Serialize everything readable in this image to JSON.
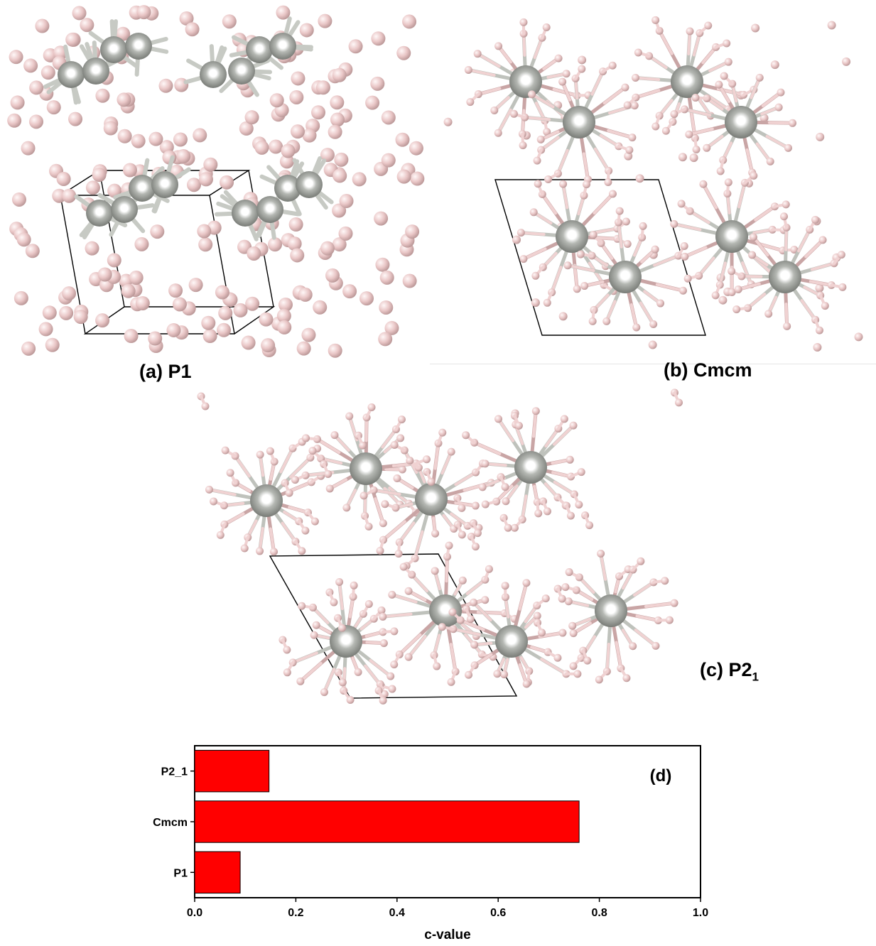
{
  "panels": {
    "a": {
      "label": "(a) P1"
    },
    "b": {
      "label": "(b) Cmcm"
    },
    "c": {
      "label_main": "(c) P2",
      "label_sub": "1"
    }
  },
  "colors": {
    "heavy_atom": "#8e918c",
    "hydrogen_atom": "#e9c6c6",
    "bond_light": "#f0d2d2",
    "bar_fill": "#ff0000",
    "cell_edge": "#000000"
  },
  "chart_data": {
    "type": "bar",
    "orientation": "horizontal",
    "panel_label": "(d)",
    "categories": [
      "P1",
      "Cmcm",
      "P2_1"
    ],
    "values": [
      0.09,
      0.76,
      0.147
    ],
    "xlabel": "c-value",
    "ylabel": "",
    "xlim": [
      0.0,
      1.0
    ],
    "xticks": [
      "0.0",
      "0.2",
      "0.4",
      "0.6",
      "0.8",
      "1.0"
    ],
    "bar_color": "#ff0000",
    "grid": false
  }
}
